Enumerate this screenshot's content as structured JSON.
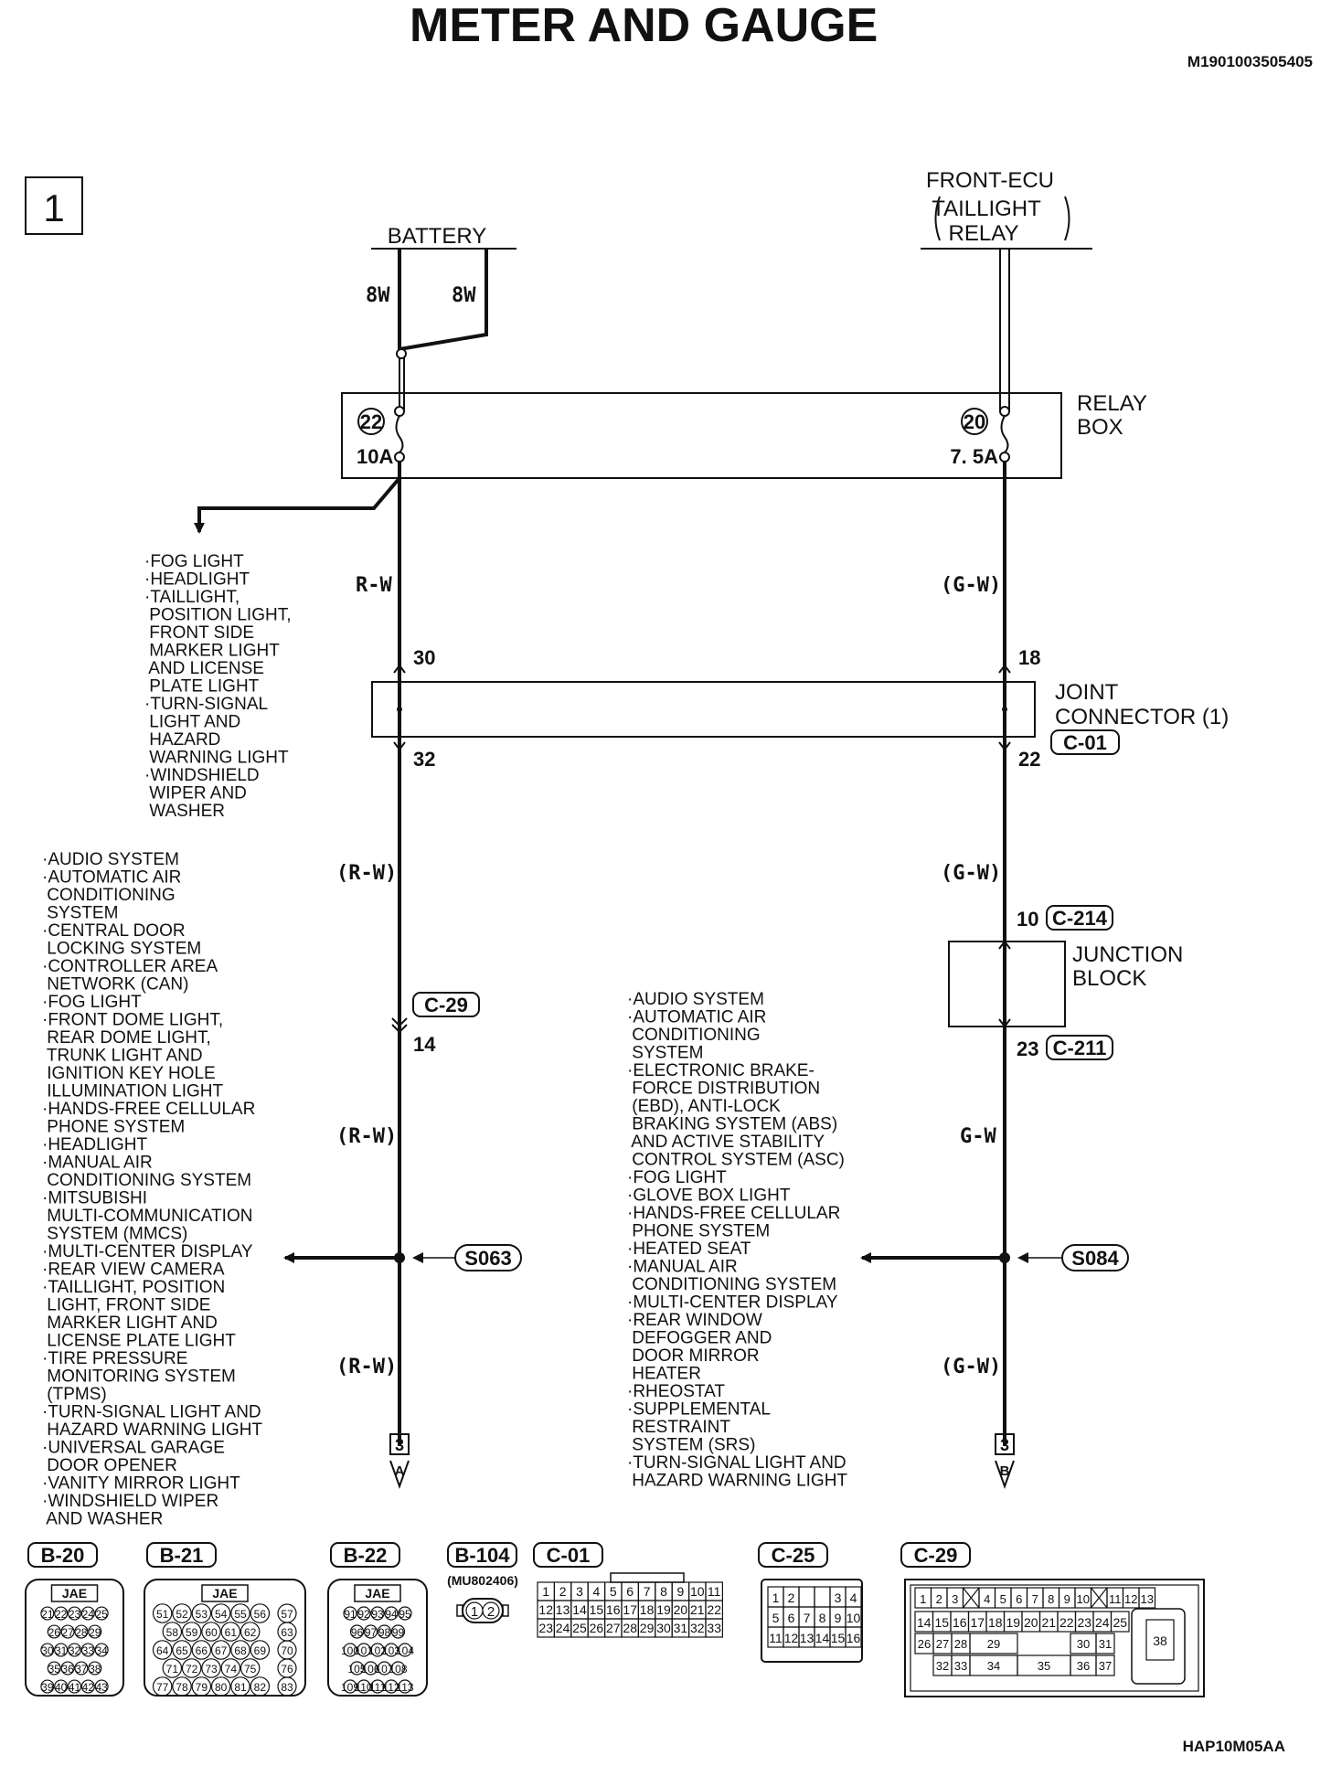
{
  "title": "METER AND GAUGE",
  "doc_code": "M1901003505405",
  "footer_code": "HAP10M05AA",
  "page_box": "1",
  "sources": {
    "battery": "BATTERY",
    "front_ecu": [
      "FRONT-ECU",
      "TAILLIGHT",
      "RELAY"
    ]
  },
  "wire_gauges": {
    "left": "8W",
    "right": "8W"
  },
  "relay_box": {
    "label": [
      "RELAY",
      "BOX"
    ],
    "fuse_left": {
      "num": "22",
      "rating": "10A"
    },
    "fuse_right": {
      "num": "20",
      "rating": "7. 5A"
    }
  },
  "joint_connector": {
    "label": [
      "JOINT",
      "CONNECTOR (1)"
    ],
    "id": "C-01"
  },
  "junction_block": {
    "label": [
      "JUNCTION",
      "BLOCK"
    ]
  },
  "pins": {
    "left_top": "30",
    "left_bottom": "32",
    "right_top": "18",
    "right_bottom": "22",
    "c29_pin": "14",
    "jb_top": "10",
    "jb_bottom": "23"
  },
  "connector_tags": {
    "c214": "C-214",
    "c211": "C-211",
    "c29": "C-29",
    "s063": "S063",
    "s084": "S084"
  },
  "wire_colors": {
    "l1": "R-W",
    "l2": "(R-W)",
    "l3": "(R-W)",
    "l4": "(R-W)",
    "r1": "(G-W)",
    "r2": "(G-W)",
    "r3": "G-W",
    "r4": "(G-W)"
  },
  "terminals": {
    "left_page": "3",
    "left_letter": "A",
    "right_page": "3",
    "right_letter": "B"
  },
  "relay_branch_list": [
    "·FOG LIGHT",
    "·HEADLIGHT",
    "·TAILLIGHT,",
    " POSITION LIGHT,",
    " FRONT SIDE",
    " MARKER LIGHT",
    " AND LICENSE",
    " PLATE LIGHT",
    "·TURN-SIGNAL",
    " LIGHT AND",
    " HAZARD",
    " WARNING LIGHT",
    "·WINDSHIELD",
    " WIPER AND",
    " WASHER"
  ],
  "s063_list": [
    "·AUDIO SYSTEM",
    "·AUTOMATIC AIR",
    " CONDITIONING",
    " SYSTEM",
    "·CENTRAL DOOR",
    " LOCKING SYSTEM",
    "·CONTROLLER AREA",
    " NETWORK (CAN)",
    "·FOG LIGHT",
    "·FRONT DOME LIGHT,",
    " REAR DOME LIGHT,",
    " TRUNK LIGHT AND",
    " IGNITION KEY HOLE",
    " ILLUMINATION LIGHT",
    "·HANDS-FREE CELLULAR",
    " PHONE SYSTEM",
    "·HEADLIGHT",
    "·MANUAL AIR",
    " CONDITIONING SYSTEM",
    "·MITSUBISHI",
    " MULTI-COMMUNICATION",
    " SYSTEM (MMCS)",
    "·MULTI-CENTER DISPLAY",
    "·REAR VIEW CAMERA",
    "·TAILLIGHT, POSITION",
    " LIGHT, FRONT SIDE",
    " MARKER LIGHT AND",
    " LICENSE PLATE LIGHT",
    "·TIRE PRESSURE",
    " MONITORING SYSTEM",
    " (TPMS)",
    "·TURN-SIGNAL LIGHT AND",
    " HAZARD WARNING LIGHT",
    "·UNIVERSAL GARAGE",
    " DOOR OPENER",
    "·VANITY MIRROR LIGHT",
    "·WINDSHIELD WIPER",
    " AND WASHER"
  ],
  "s084_list": [
    "·AUDIO SYSTEM",
    "·AUTOMATIC AIR",
    " CONDITIONING",
    " SYSTEM",
    "·ELECTRONIC BRAKE-",
    " FORCE DISTRIBUTION",
    " (EBD), ANTI-LOCK",
    " BRAKING SYSTEM (ABS)",
    " AND ACTIVE STABILITY",
    " CONTROL SYSTEM (ASC)",
    "·FOG LIGHT",
    "·GLOVE BOX LIGHT",
    "·HANDS-FREE CELLULAR",
    " PHONE SYSTEM",
    "·HEATED SEAT",
    "·MANUAL AIR",
    " CONDITIONING SYSTEM",
    "·MULTI-CENTER DISPLAY",
    "·REAR WINDOW",
    " DEFOGGER AND",
    " DOOR MIRROR",
    " HEATER",
    "·RHEOSTAT",
    "·SUPPLEMENTAL",
    " RESTRAINT",
    " SYSTEM (SRS)",
    "·TURN-SIGNAL LIGHT AND",
    " HAZARD WARNING LIGHT"
  ],
  "connectors": {
    "b20": {
      "tag": "B-20",
      "maker": "JAE",
      "rows": [
        [
          "21",
          "22",
          "23",
          "24",
          "25"
        ],
        [
          "26",
          "27",
          "28",
          "29"
        ],
        [
          "30",
          "31",
          "32",
          "33",
          "34"
        ],
        [
          "35",
          "36",
          "37",
          "38"
        ],
        [
          "39",
          "40",
          "41",
          "42",
          "43"
        ]
      ]
    },
    "b21": {
      "tag": "B-21",
      "maker": "JAE",
      "rows": [
        [
          "51",
          "52",
          "53",
          "54",
          "55",
          "56"
        ],
        [
          "58",
          "59",
          "60",
          "61",
          "62"
        ],
        [
          "64",
          "65",
          "66",
          "67",
          "68",
          "69"
        ],
        [
          "71",
          "72",
          "73",
          "74",
          "75"
        ],
        [
          "77",
          "78",
          "79",
          "80",
          "81",
          "82"
        ]
      ],
      "side": [
        "57",
        "63",
        "70",
        "76",
        "83"
      ]
    },
    "b22": {
      "tag": "B-22",
      "maker": "JAE",
      "rows": [
        [
          "91",
          "92",
          "93",
          "94",
          "95"
        ],
        [
          "96",
          "97",
          "98",
          "99"
        ],
        [
          "100",
          "101",
          "102",
          "103",
          "104"
        ],
        [
          "105",
          "106",
          "107",
          "108"
        ],
        [
          "109",
          "110",
          "111",
          "112",
          "113"
        ]
      ]
    },
    "b104": {
      "tag": "B-104",
      "part": "(MU802406)",
      "pins": [
        "1",
        "2"
      ]
    },
    "c01": {
      "tag": "C-01",
      "rows": [
        [
          "1",
          "2",
          "3",
          "4",
          "5",
          "6",
          "7",
          "8",
          "9",
          "10",
          "11"
        ],
        [
          "12",
          "13",
          "14",
          "15",
          "16",
          "17",
          "18",
          "19",
          "20",
          "21",
          "22"
        ],
        [
          "23",
          "24",
          "25",
          "26",
          "27",
          "28",
          "29",
          "30",
          "31",
          "32",
          "33"
        ]
      ]
    },
    "c25": {
      "tag": "C-25",
      "rows": [
        [
          "1",
          "2",
          "",
          "",
          "3",
          "4"
        ],
        [
          "5",
          "6",
          "7",
          "8",
          "9",
          "10"
        ],
        [
          "11",
          "12",
          "13",
          "14",
          "15",
          "16"
        ]
      ]
    },
    "c29": {
      "tag": "C-29",
      "row1": [
        "1",
        "2",
        "3",
        "",
        "4",
        "5",
        "6",
        "7",
        "8",
        "9",
        "10",
        "",
        "11",
        "12",
        "13"
      ],
      "row2": [
        "14",
        "15",
        "16",
        "17",
        "18",
        "19",
        "20",
        "21",
        "22",
        "23",
        "24",
        "25"
      ],
      "row3": [
        "26",
        "27",
        "28",
        "29",
        "30",
        "31"
      ],
      "row4": [
        "32",
        "33",
        "34",
        "35",
        "36",
        "37"
      ],
      "side": "38"
    }
  }
}
